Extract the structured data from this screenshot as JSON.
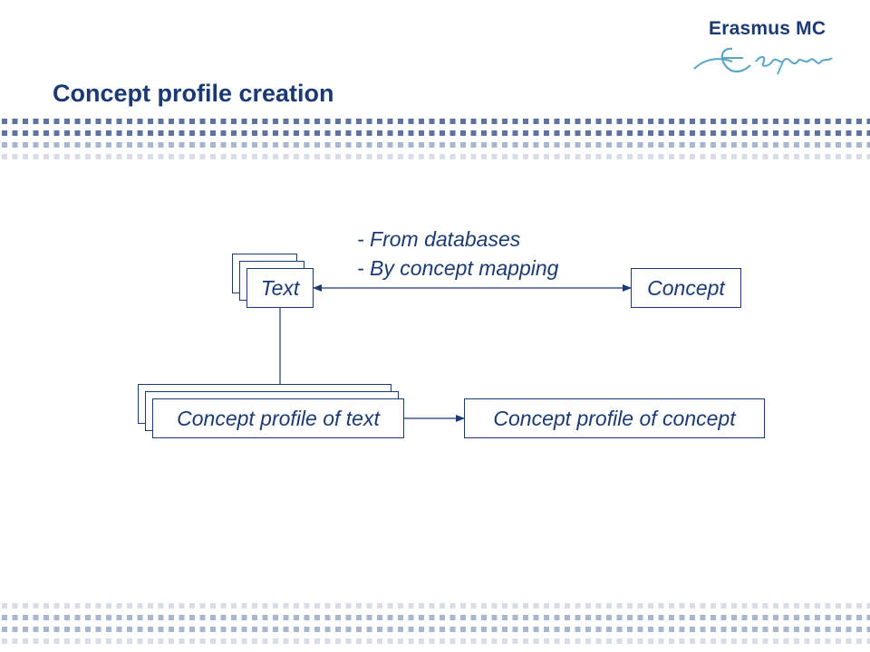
{
  "header": {
    "logo_text": "Erasmus MC",
    "title": "Concept profile creation"
  },
  "diagram": {
    "nodes": {
      "text": "Text",
      "concept": "Concept",
      "profile_text": "Concept profile of text",
      "profile_concept": "Concept profile of concept"
    },
    "annotation": [
      "- From databases",
      "- By concept mapping"
    ],
    "edges": [
      {
        "from": "text",
        "to": "concept",
        "style": "double-arrow"
      },
      {
        "from": "text",
        "to": "profile_text",
        "style": "arrow"
      },
      {
        "from": "profile_text",
        "to": "profile_concept",
        "style": "arrow"
      }
    ]
  },
  "colors": {
    "primary": "#1b3a73",
    "dot_dark": "#5f73a3",
    "dot_mid": "#a9b6cf",
    "dot_light": "#d8dde8"
  }
}
